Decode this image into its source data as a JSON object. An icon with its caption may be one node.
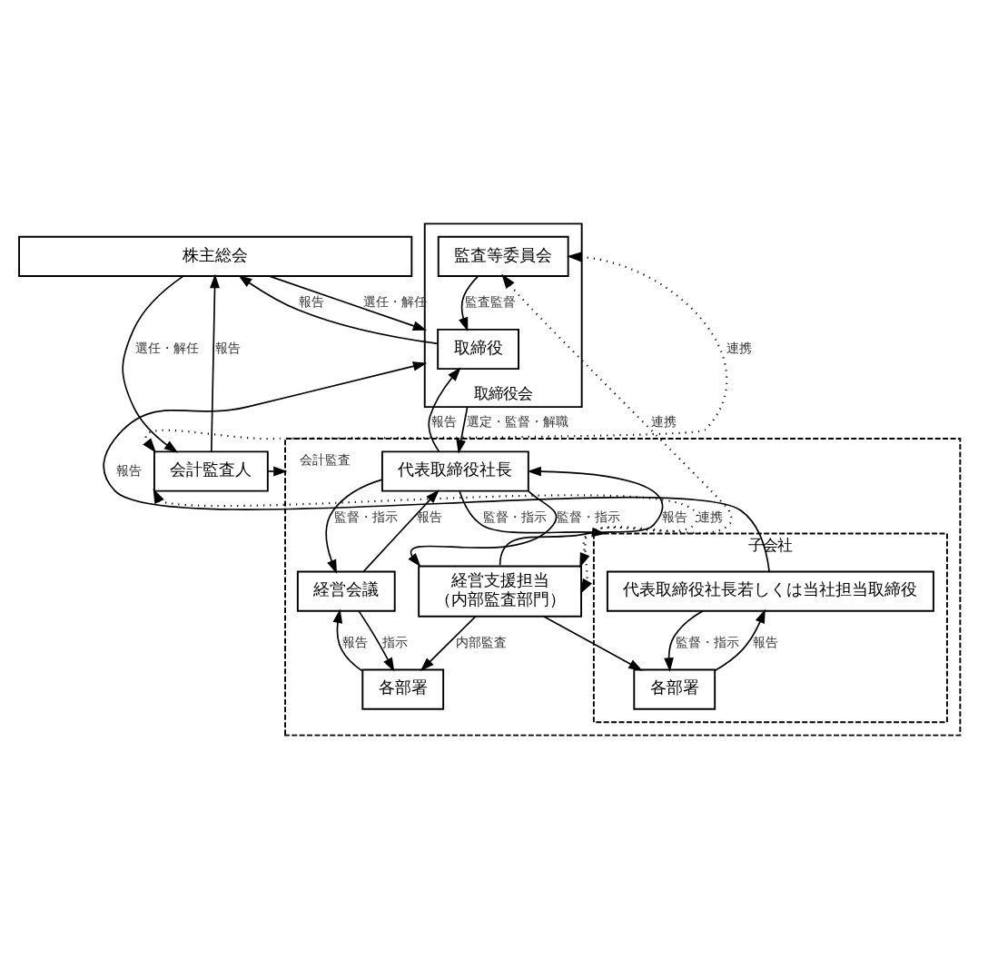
{
  "diagram": {
    "nodes": [
      {
        "text": [
          "株主総会"
        ]
      },
      {
        "text": [],
        "shape": "box"
      },
      {
        "text": [
          "取締役会"
        ]
      },
      {
        "text": [
          "取締役"
        ],
        "in": 2
      },
      {
        "text": [
          "監査等委員会"
        ],
        "in": 2
      },
      {
        "text": [
          "代表取締役社長"
        ],
        "in": 1
      },
      {
        "text": [
          "経営会議"
        ],
        "in": 1
      },
      {
        "text": [
          "各部署"
        ],
        "in": 1
      },
      {
        "text": [
          "経営支援担当",
          "（内部監査部門）"
        ],
        "in": 1
      },
      {
        "text": [
          "会計監査人"
        ]
      },
      {
        "text": [
          "子会社"
        ],
        "in": 1
      },
      {
        "text": [
          "代表取締役社長若しくは当社担当取締役"
        ],
        "in": 10
      },
      {
        "text": [
          "各部署"
        ],
        "in": 10
      }
    ],
    "edges": [
      {
        "from": 0,
        "to": 2,
        "arrow": "to",
        "label": "選任・解任"
      },
      {
        "from": 2,
        "to": 0,
        "arrow": "to",
        "label": "報告"
      },
      {
        "from": 0,
        "to": 9,
        "arrow": "to",
        "label": "選任・解任"
      },
      {
        "from": 9,
        "to": 0,
        "arrow": "to",
        "label": "報告"
      },
      {
        "from": 4,
        "to": 3,
        "arrow": "to",
        "label": "監査監督"
      },
      {
        "from": 2,
        "to": 5,
        "arrow": "to",
        "label": "選定・監督・解職"
      },
      {
        "from": 5,
        "to": 2,
        "arrow": "to",
        "label": "報告"
      },
      {
        "from": 4,
        "to": 9,
        "arrow": "both",
        "label": "連携",
        "style": "dashed"
      },
      {
        "from": 4,
        "to": 8,
        "arrow": "both",
        "label": "連携",
        "style": "dashed"
      },
      {
        "from": 9,
        "to": 8,
        "arrow": "both",
        "label": "連携",
        "style": "dashed"
      },
      {
        "from": 9,
        "to": 1,
        "arrow": "to",
        "label": "会計監査"
      },
      {
        "from": 5,
        "to": 6,
        "arrow": "to",
        "label": "監督・指示"
      },
      {
        "from": 6,
        "to": 5,
        "arrow": "to",
        "label": "報告"
      },
      {
        "from": 8,
        "to": 5,
        "arrow": "to",
        "label": "報告"
      },
      {
        "from": 5,
        "to": 8,
        "arrow": "to",
        "label": "監督・指示"
      },
      {
        "from": 6,
        "to": 7,
        "arrow": "to",
        "label": "指示"
      },
      {
        "from": 7,
        "to": 6,
        "arrow": "to",
        "label": "報告"
      },
      {
        "from": 8,
        "to": 7,
        "arrow": "to",
        "label": "内部監査"
      },
      {
        "from": 8,
        "to": 12,
        "arrow": "to"
      },
      {
        "from": 5,
        "to": 10,
        "arrow": "to",
        "label": "監督・指示"
      },
      {
        "from": 11,
        "to": 2,
        "arrow": "to",
        "label": "報告"
      },
      {
        "from": 11,
        "to": 12,
        "arrow": "to",
        "label": "監督・指示"
      },
      {
        "from": 12,
        "to": 11,
        "arrow": "to",
        "label": "報告"
      }
    ]
  }
}
